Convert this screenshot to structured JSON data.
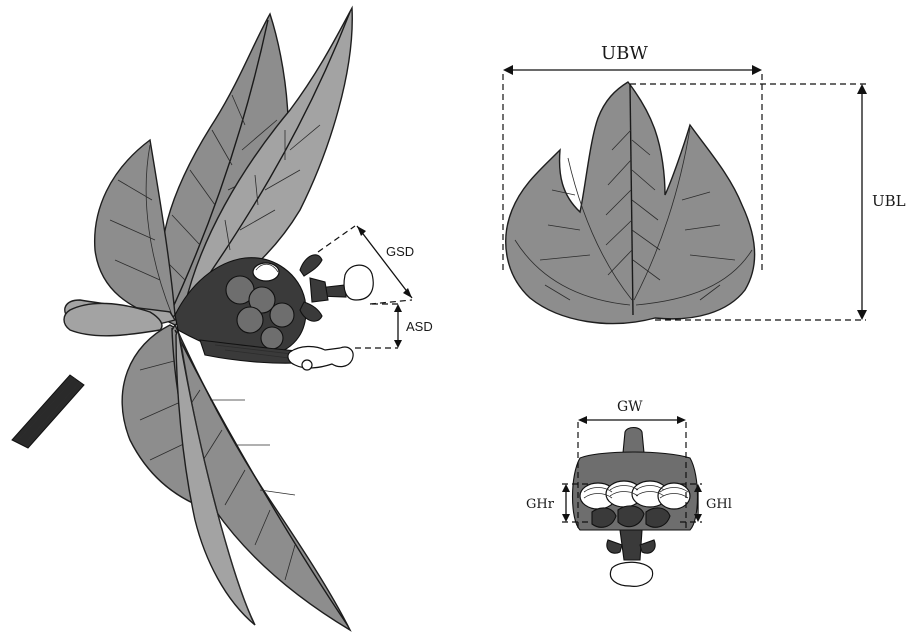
{
  "labels": {
    "ubw": "UBW",
    "ubl": "UBL",
    "gsd": "GSD",
    "asd": "ASD",
    "gw": "GW",
    "ghr": "GHr",
    "ghl": "GHl"
  }
}
